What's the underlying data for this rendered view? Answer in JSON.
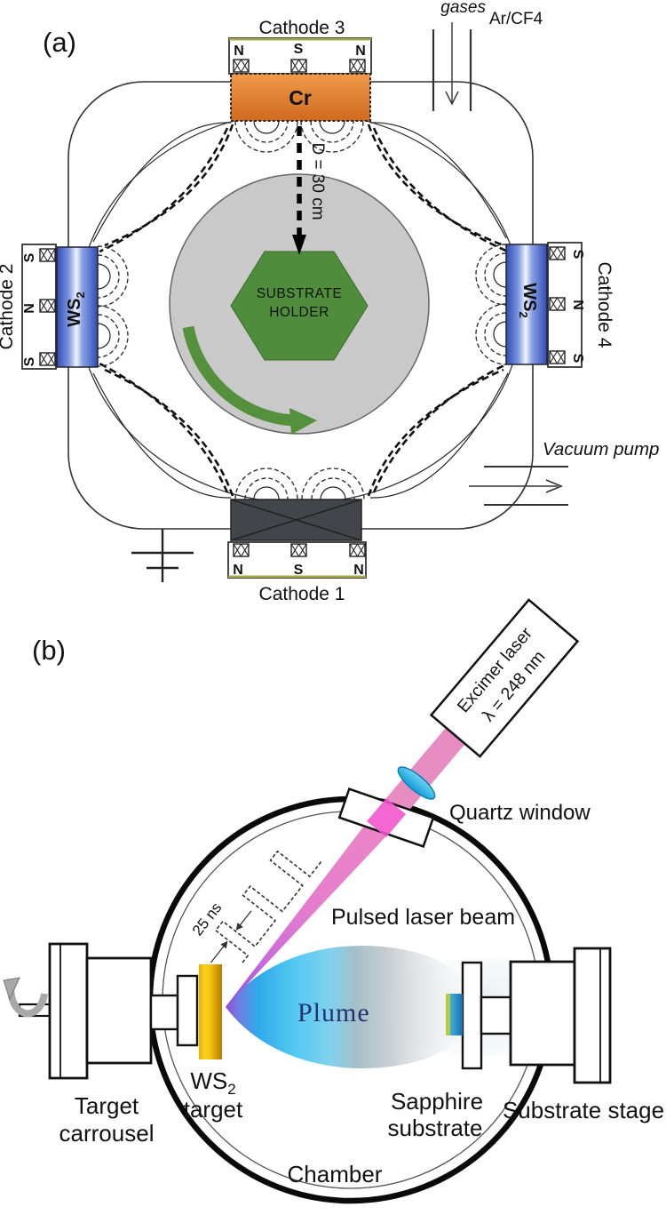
{
  "colors": {
    "cr_orange_top": "#ef9a4a",
    "cr_orange_bottom": "#d06a1d",
    "ws2_blue": "#2f4cb5",
    "holder_green": "#4f8c3c",
    "rotation_arrow_green": "#55903c",
    "substrate_disc_gray": "#c9c9c9",
    "dark_target_gray": "#42464a",
    "beam_pink": "#e78cc2",
    "beam_bright_magenta": "#f052cc",
    "beam_tip_violet": "#9040d8",
    "lens_cyan": "#2bb6e8",
    "plume_cyan": "#3fc0f0",
    "gold_target": "#e8ae06",
    "sapphire_blue": "#2a8cc4",
    "magnet_edge_olive": "#a7a84a"
  },
  "a": {
    "label": "(a)",
    "cathode_top": "Cathode 3",
    "cathode_left": "Cathode 2",
    "cathode_right": "Cathode 4",
    "cathode_bottom": "Cathode 1",
    "target_top": "Cr",
    "ws2_base": "WS",
    "ws2_sub": "2",
    "pole_n": "N",
    "pole_s": "S",
    "gas_label": "gases",
    "gas_type": "Ar/CF4",
    "distance": "D = 30 cm",
    "holder_line1": "SUBSTRATE",
    "holder_line2": "HOLDER",
    "vacuum": "Vacuum pump"
  },
  "b": {
    "label": "(b)",
    "laser_line1": "Excimer laser",
    "laser_line2": "λ = 248 nm",
    "quartz": "Quartz window",
    "pulse_width": "25 ns",
    "beam": "Pulsed laser beam",
    "plume": "Plume",
    "target_base": "WS",
    "target_sub": "2",
    "target_word": "target",
    "carrousel_line1": "Target",
    "carrousel_line2": "carrousel",
    "sapphire_line1": "Sapphire",
    "sapphire_line2": "substrate",
    "stage": "Substrate stage",
    "chamber": "Chamber"
  }
}
